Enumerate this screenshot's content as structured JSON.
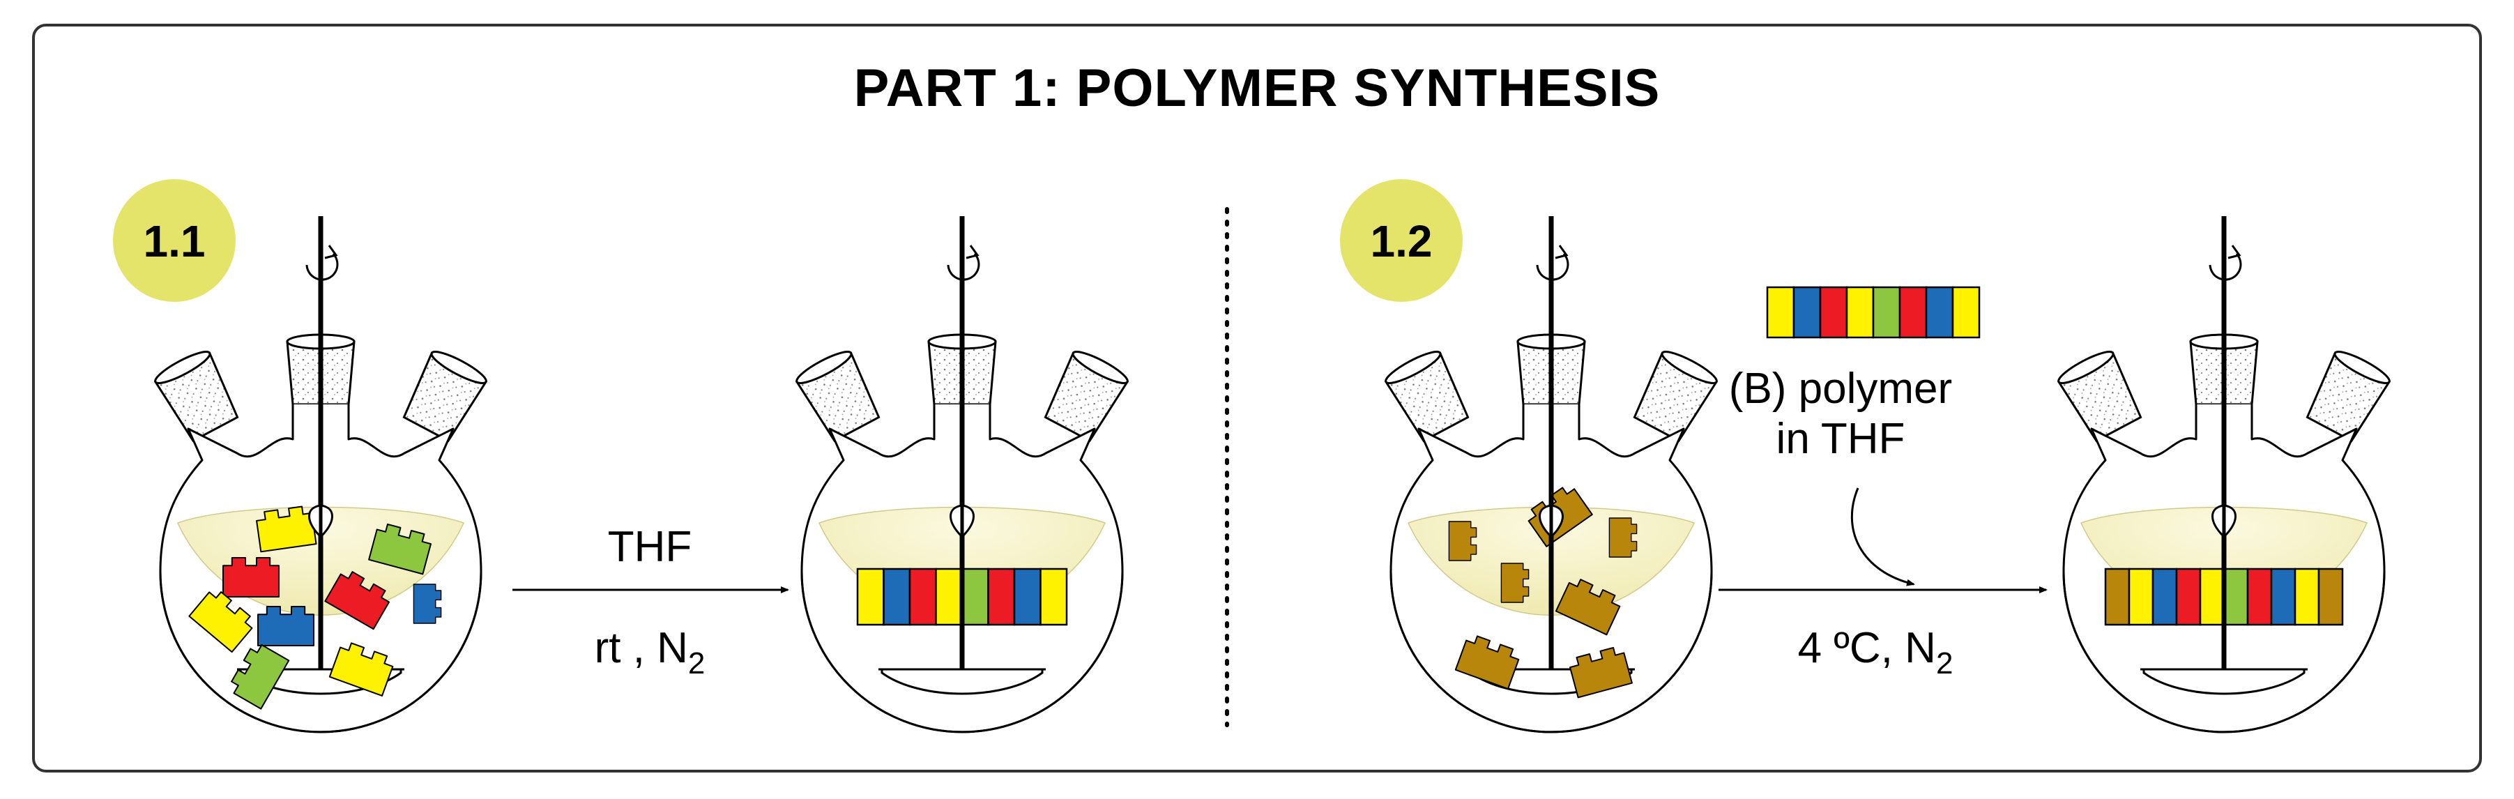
{
  "title": "PART 1: POLYMER SYNTHESIS",
  "steps": [
    {
      "label": "1.1",
      "reagent_above": "THF",
      "condition_main": "rt , N",
      "condition_sub": "2"
    },
    {
      "label": "1.2",
      "reagent_line1": "(B) polymer",
      "reagent_line2": "in THF",
      "condition_main": "4 ºC, N",
      "condition_sub": "2"
    }
  ],
  "colors": {
    "yellow": "#FFF200",
    "blue": "#1E6BB8",
    "red": "#ED1C24",
    "green": "#8DC63F",
    "bronze": "#B8860B",
    "badge": "#E4E46A",
    "solution": "#F5F2C8"
  },
  "polymer_1_1": [
    "yellow",
    "blue",
    "red",
    "yellow",
    "green",
    "red",
    "blue",
    "yellow"
  ],
  "polymer_B": [
    "yellow",
    "blue",
    "red",
    "yellow",
    "green",
    "red",
    "blue",
    "yellow"
  ],
  "polymer_1_2": [
    "bronze",
    "yellow",
    "blue",
    "red",
    "yellow",
    "green",
    "red",
    "blue",
    "yellow",
    "bronze"
  ]
}
